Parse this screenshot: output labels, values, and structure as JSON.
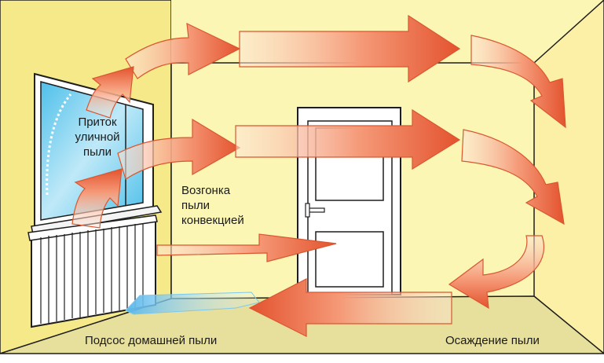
{
  "labels": {
    "street_dust_inflow": "Приток\nуличной\nпыли",
    "convection_sublimation": "Возгонка\nпыли\nконвекцией",
    "house_dust_suction": "Подсос домашней пыли",
    "dust_settling": "Осаждение пыли"
  },
  "colors": {
    "wall_back": "#fcf6b4",
    "wall_left": "#f6e98a",
    "wall_right": "#fbf0a6",
    "floor": "#e7df9c",
    "arrow_light": "#fde2d2",
    "arrow_dark": "#e85a36",
    "window_glass": "#6fcdec",
    "suction_stream": "#7ec8ee",
    "outline": "#1e1e1e"
  }
}
